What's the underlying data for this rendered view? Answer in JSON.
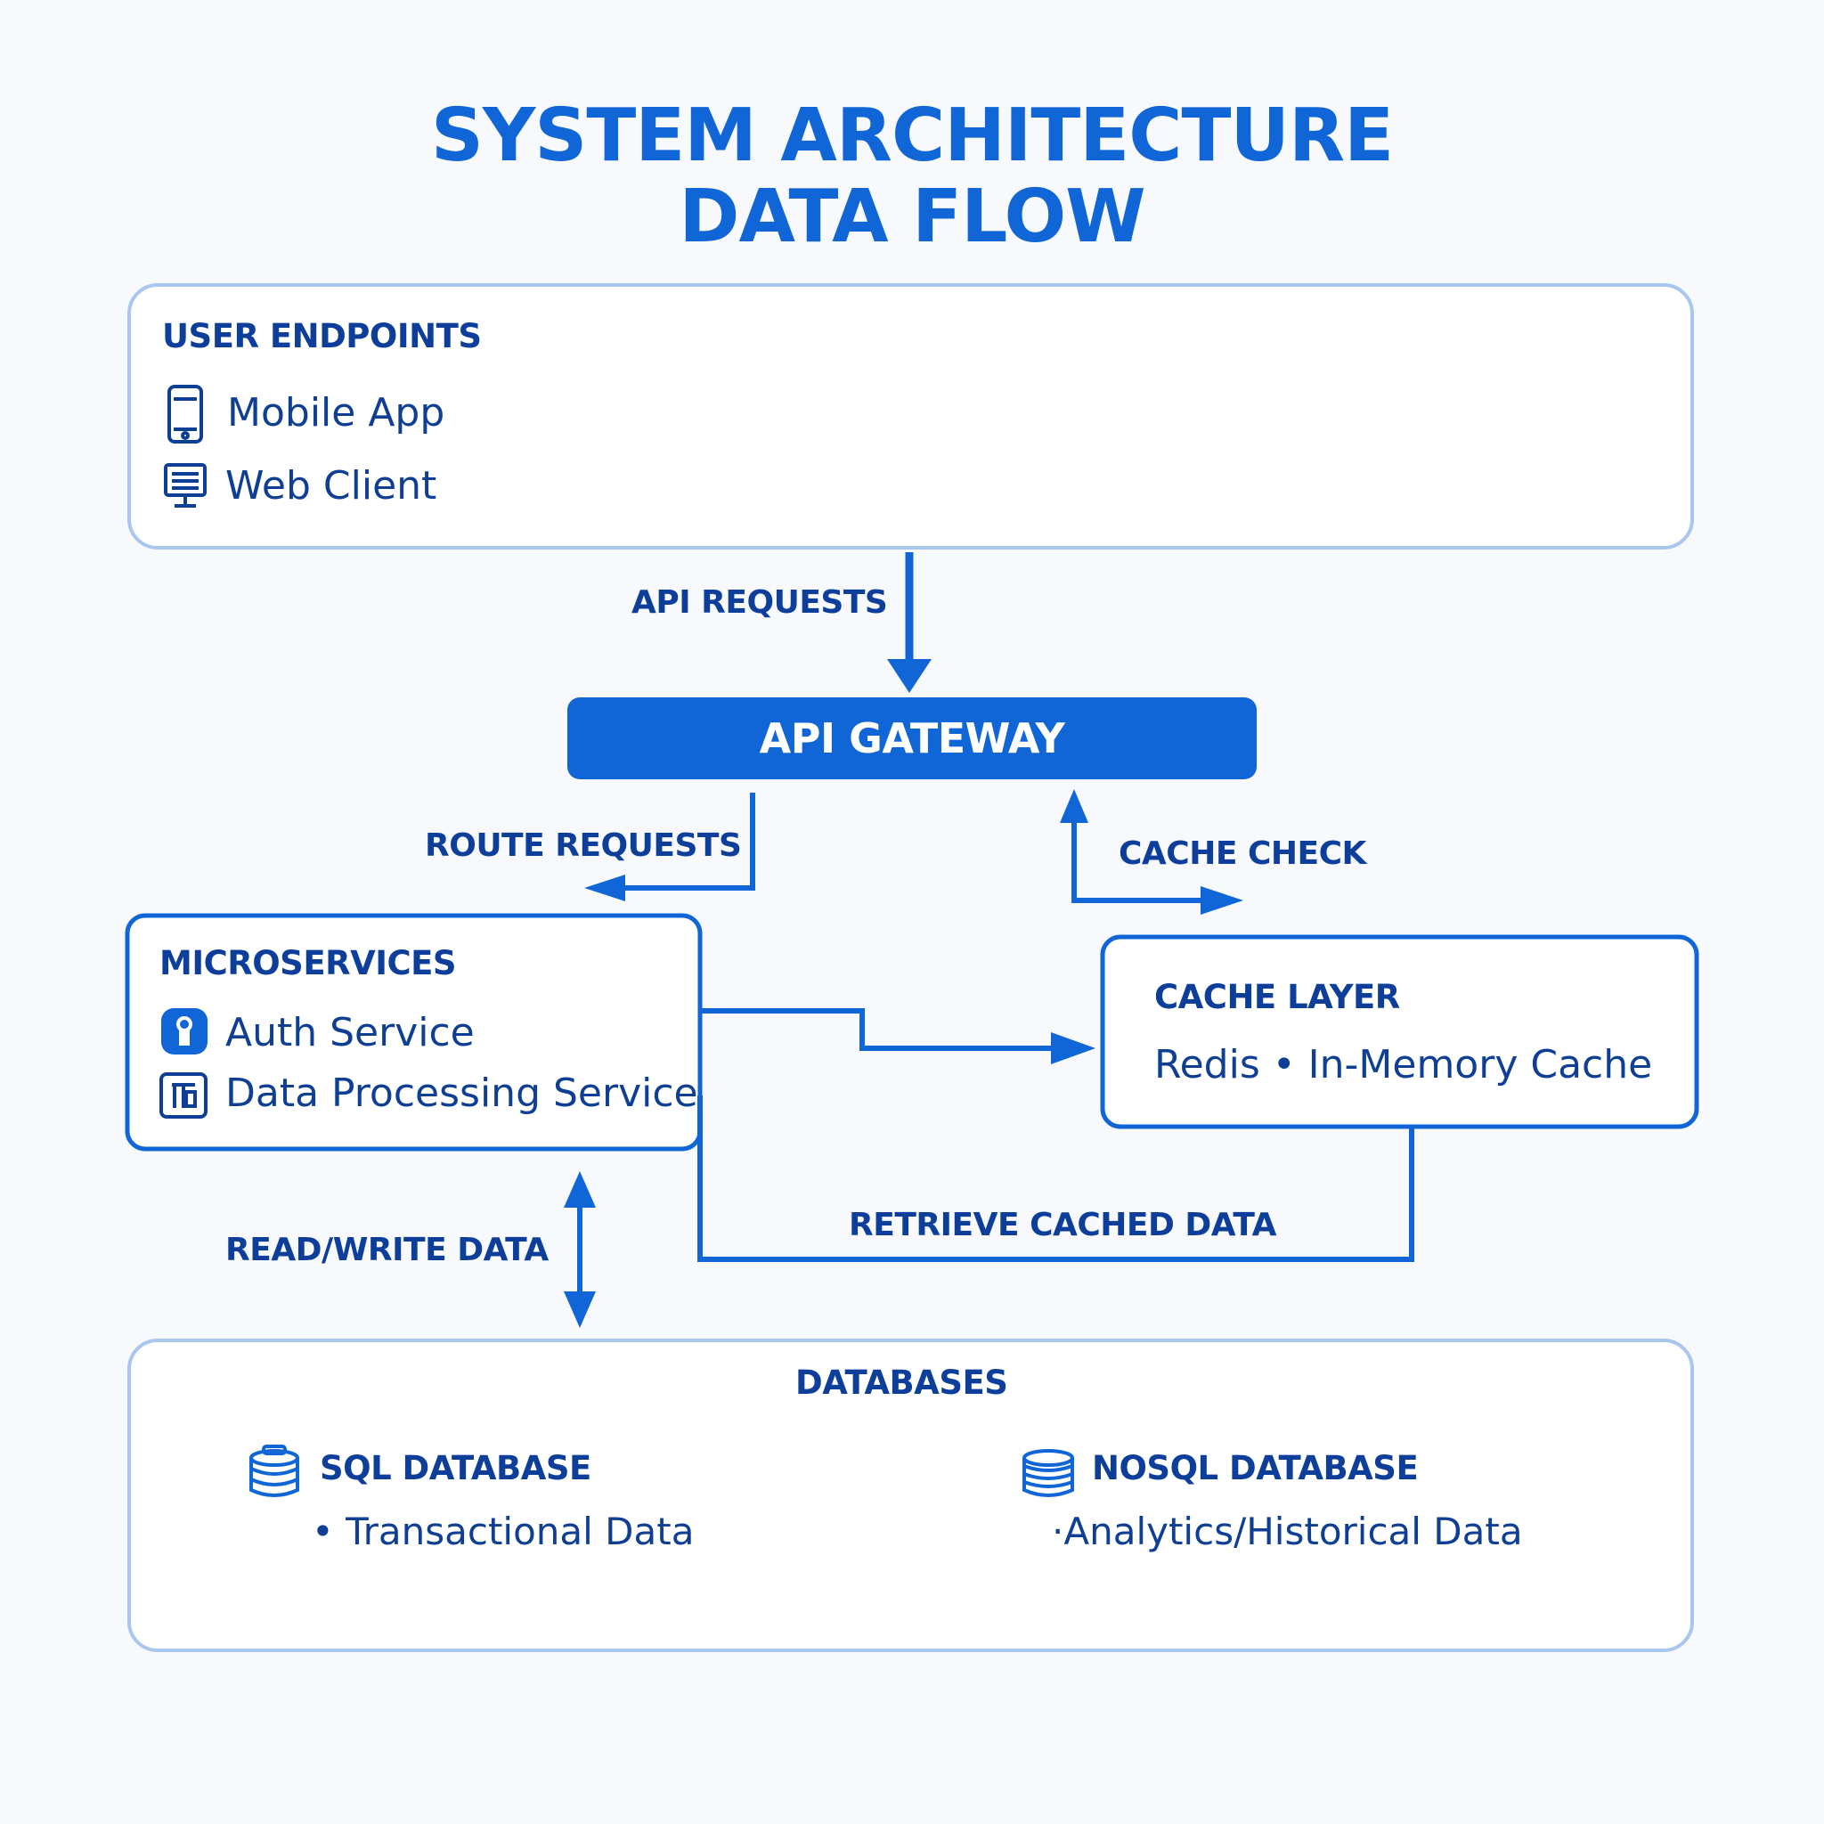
{
  "title": {
    "line1": "SYSTEM ARCHITECTURE",
    "line2": "DATA FLOW"
  },
  "colors": {
    "accent": "#1066d6",
    "heading_text": "#0d3f9a",
    "light_border": "#a9c6ee",
    "background": "#f7f9fc"
  },
  "user_endpoints": {
    "heading": "USER ENDPOINTS",
    "items": [
      {
        "icon": "mobile-phone-icon",
        "label": "Mobile App"
      },
      {
        "icon": "monitor-icon",
        "label": "Web Client"
      }
    ]
  },
  "api_gateway": {
    "label": "API GATEWAY"
  },
  "microservices": {
    "heading": "MICROSERVICES",
    "items": [
      {
        "icon": "lock-icon",
        "label": "Auth Service"
      },
      {
        "icon": "processing-icon",
        "label": "Data Processing Service"
      }
    ]
  },
  "cache_layer": {
    "heading": "CACHE LAYER",
    "detail": "Redis • In-Memory Cache"
  },
  "databases": {
    "heading": "DATABASES",
    "sql": {
      "icon": "database-icon",
      "label": "SQL DATABASE",
      "detail": "• Transactional Data"
    },
    "nosql": {
      "icon": "database-stack-icon",
      "label": "NOSQL DATABASE",
      "detail": "·Analytics/Historical Data"
    }
  },
  "flows": {
    "api_requests": "API REQUESTS",
    "route_requests": "ROUTE REQUESTS",
    "cache_check": "CACHE CHECK",
    "read_write": "READ/WRITE DATA",
    "retrieve_cached": "RETRIEVE CACHED DATA"
  }
}
